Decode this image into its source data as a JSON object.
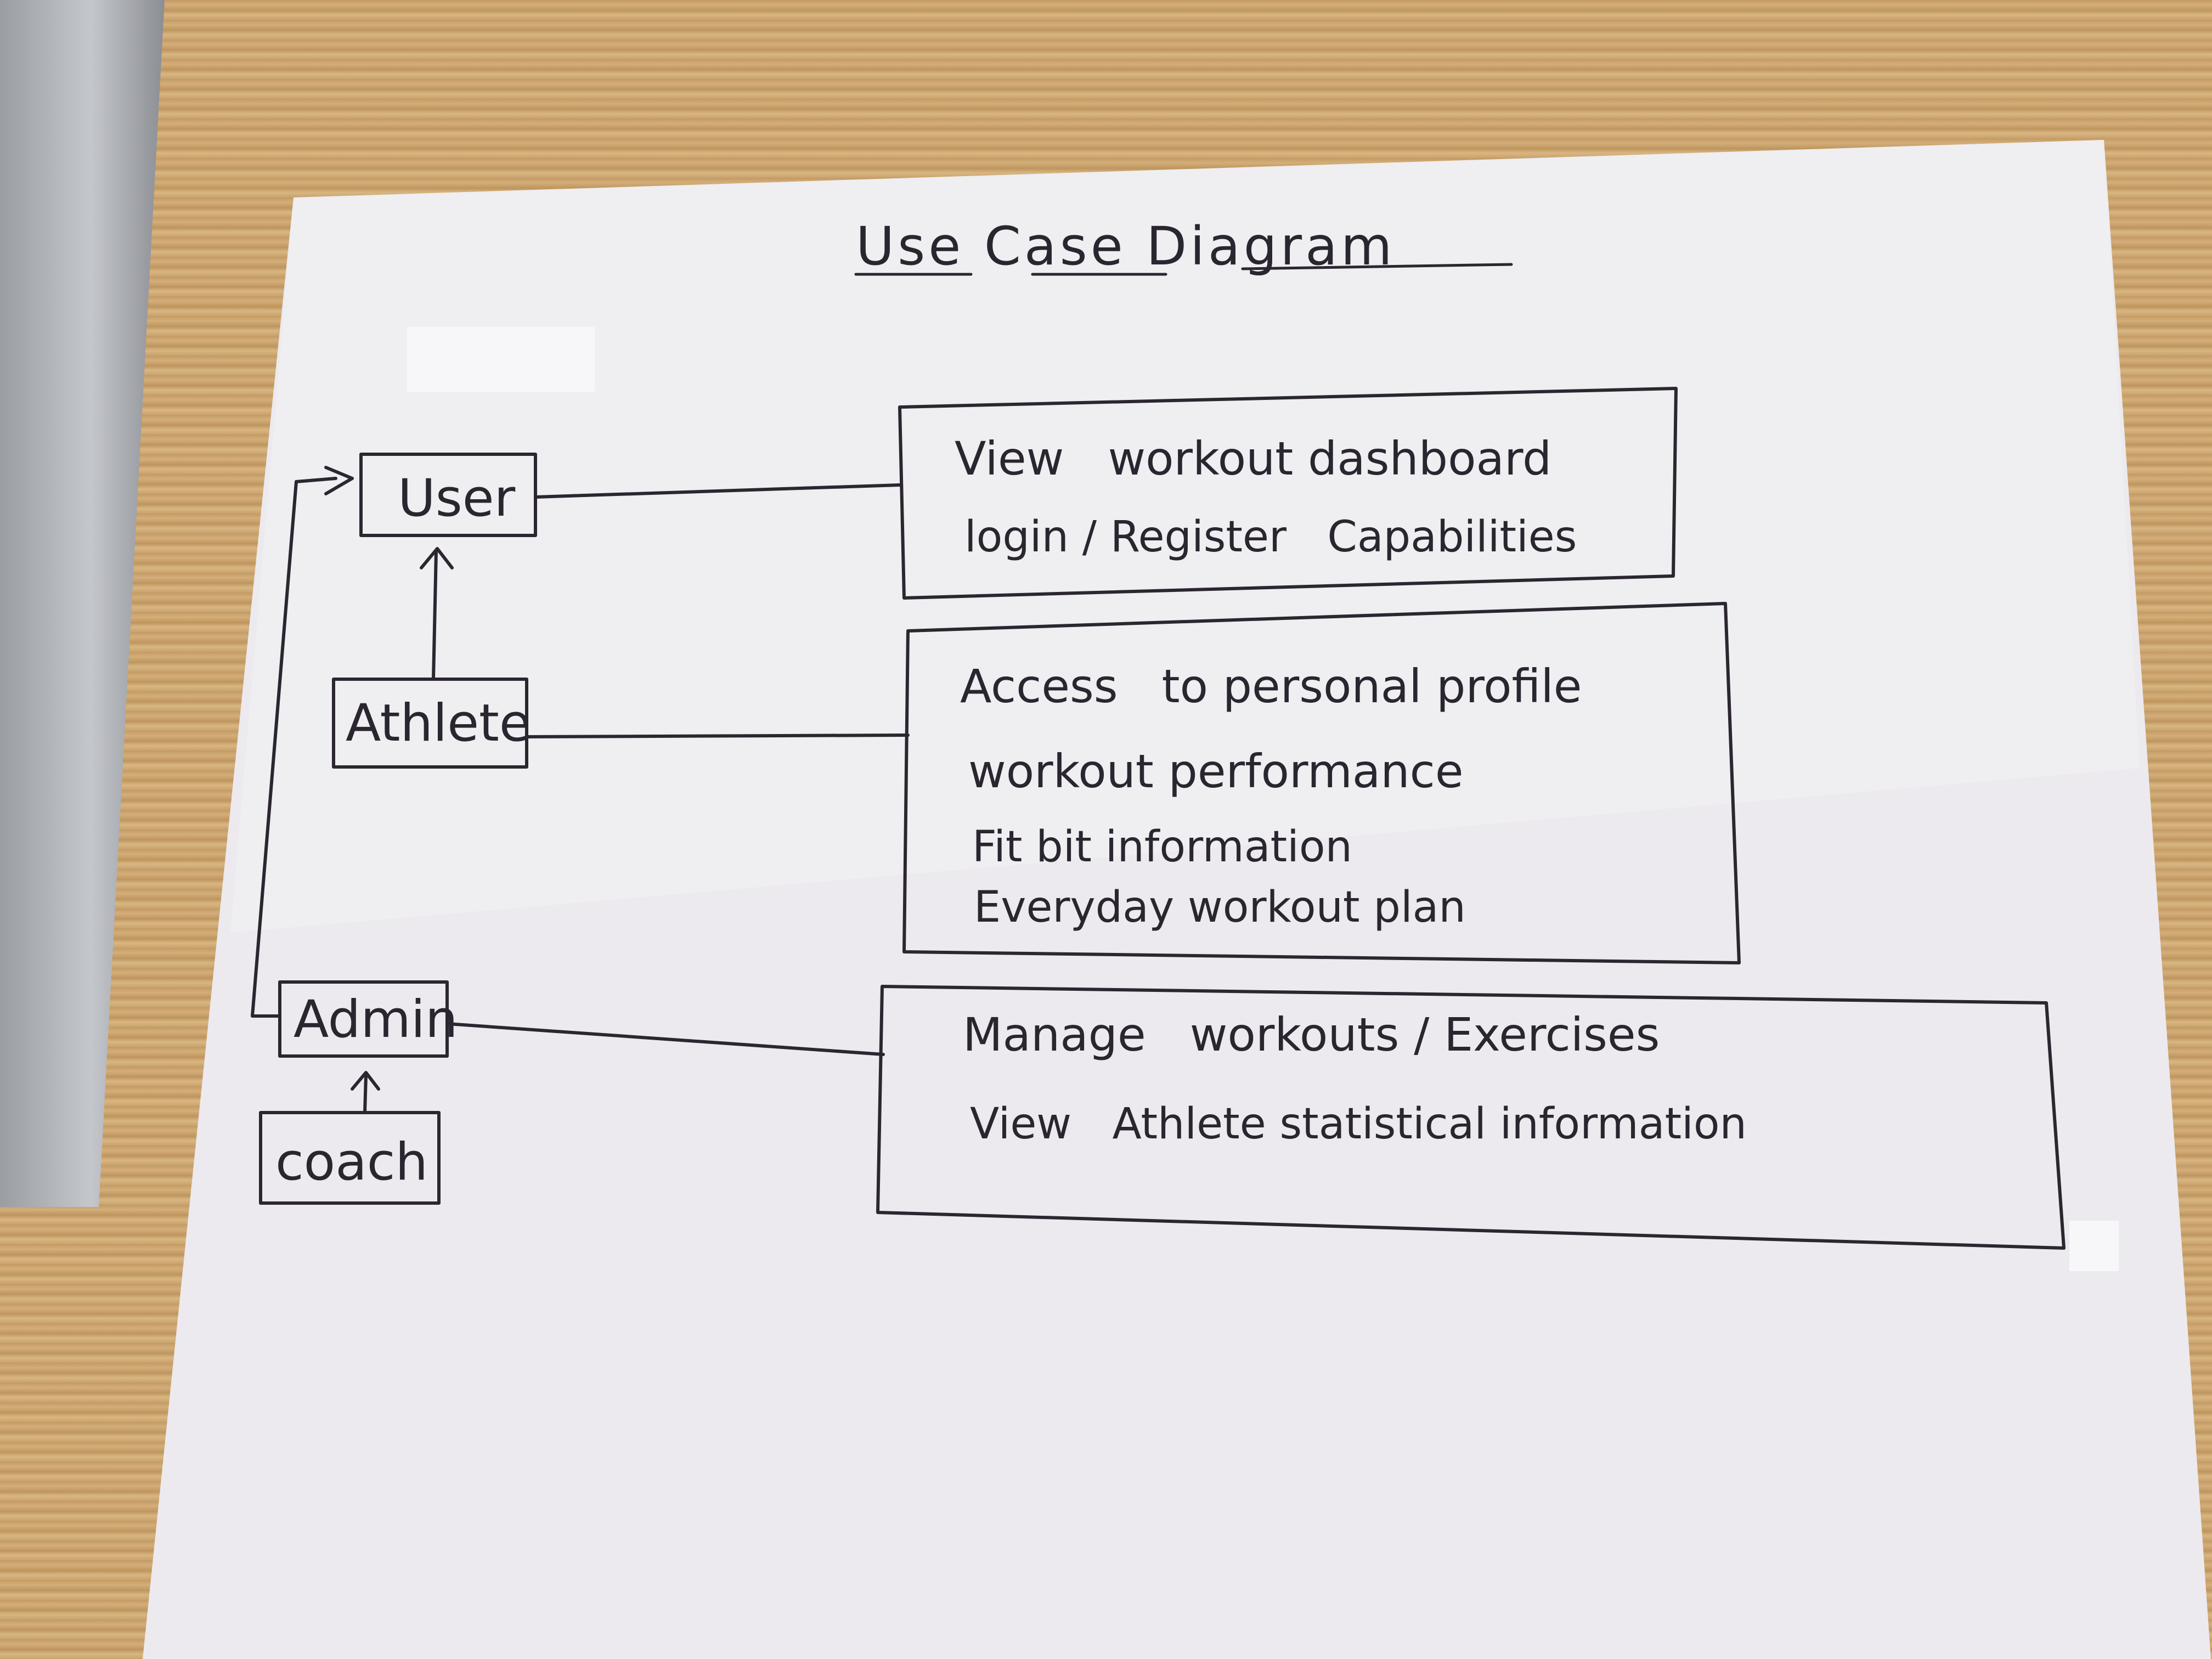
{
  "diagram": {
    "title": "Use Case Diagram",
    "actors": {
      "user": "User",
      "athlete": "Athlete",
      "admin": "Admin",
      "coach": "coach"
    },
    "use_case_groups": {
      "user_cases": [
        "View   workout dashboard",
        "login / Register   Capabilities"
      ],
      "athlete_cases": [
        "Access   to personal profile",
        "workout performance",
        "Fit bit information",
        "Everyday workout plan"
      ],
      "admin_cases": [
        "Manage   workouts / Exercises",
        "View   Athlete statistical information"
      ]
    }
  }
}
